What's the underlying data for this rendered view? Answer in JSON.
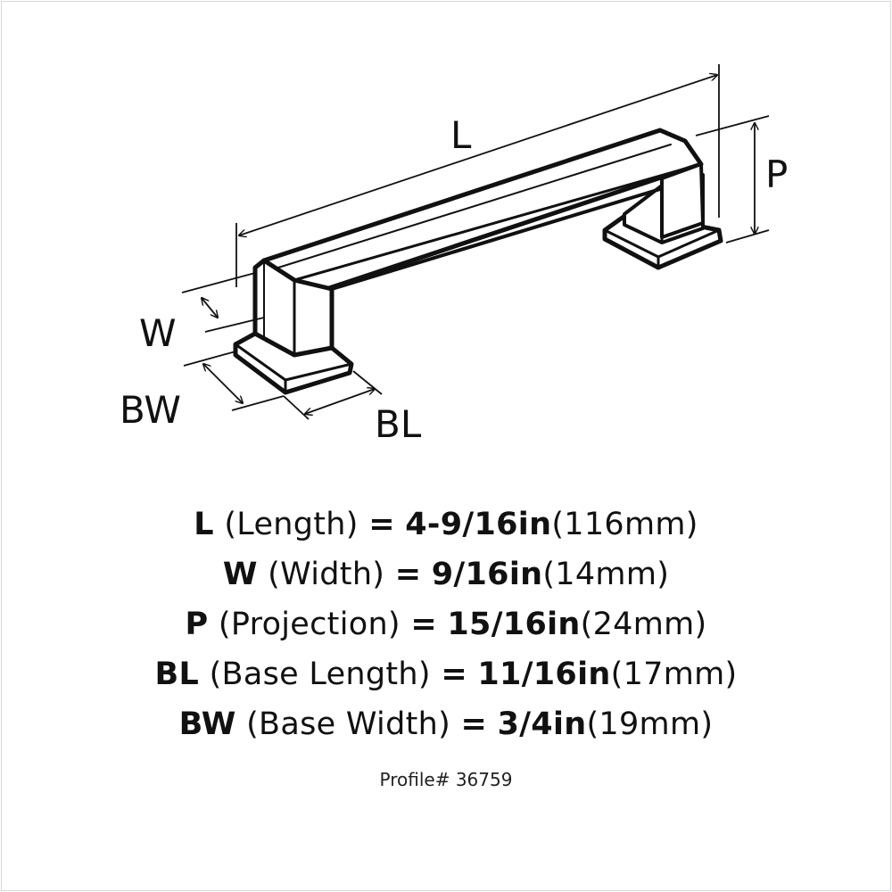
{
  "diagram": {
    "labels": {
      "length": "L",
      "projection": "P",
      "width": "W",
      "base_width": "BW",
      "base_length": "BL"
    }
  },
  "specs": [
    {
      "key": "L",
      "name": "(Length)",
      "eq": "=",
      "imperial": "4-9/16in",
      "metric": "(116mm)"
    },
    {
      "key": "W",
      "name": "(Width)",
      "eq": "=",
      "imperial": "9/16in",
      "metric": "(14mm)"
    },
    {
      "key": "P",
      "name": "(Projection)",
      "eq": "=",
      "imperial": "15/16in",
      "metric": "(24mm)"
    },
    {
      "key": "BL",
      "name": "(Base Length)",
      "eq": "=",
      "imperial": "11/16in",
      "metric": "(17mm)"
    },
    {
      "key": "BW",
      "name": "(Base Width)",
      "eq": "=",
      "imperial": "3/4in",
      "metric": "(19mm)"
    }
  ],
  "profile": "Profile# 36759"
}
